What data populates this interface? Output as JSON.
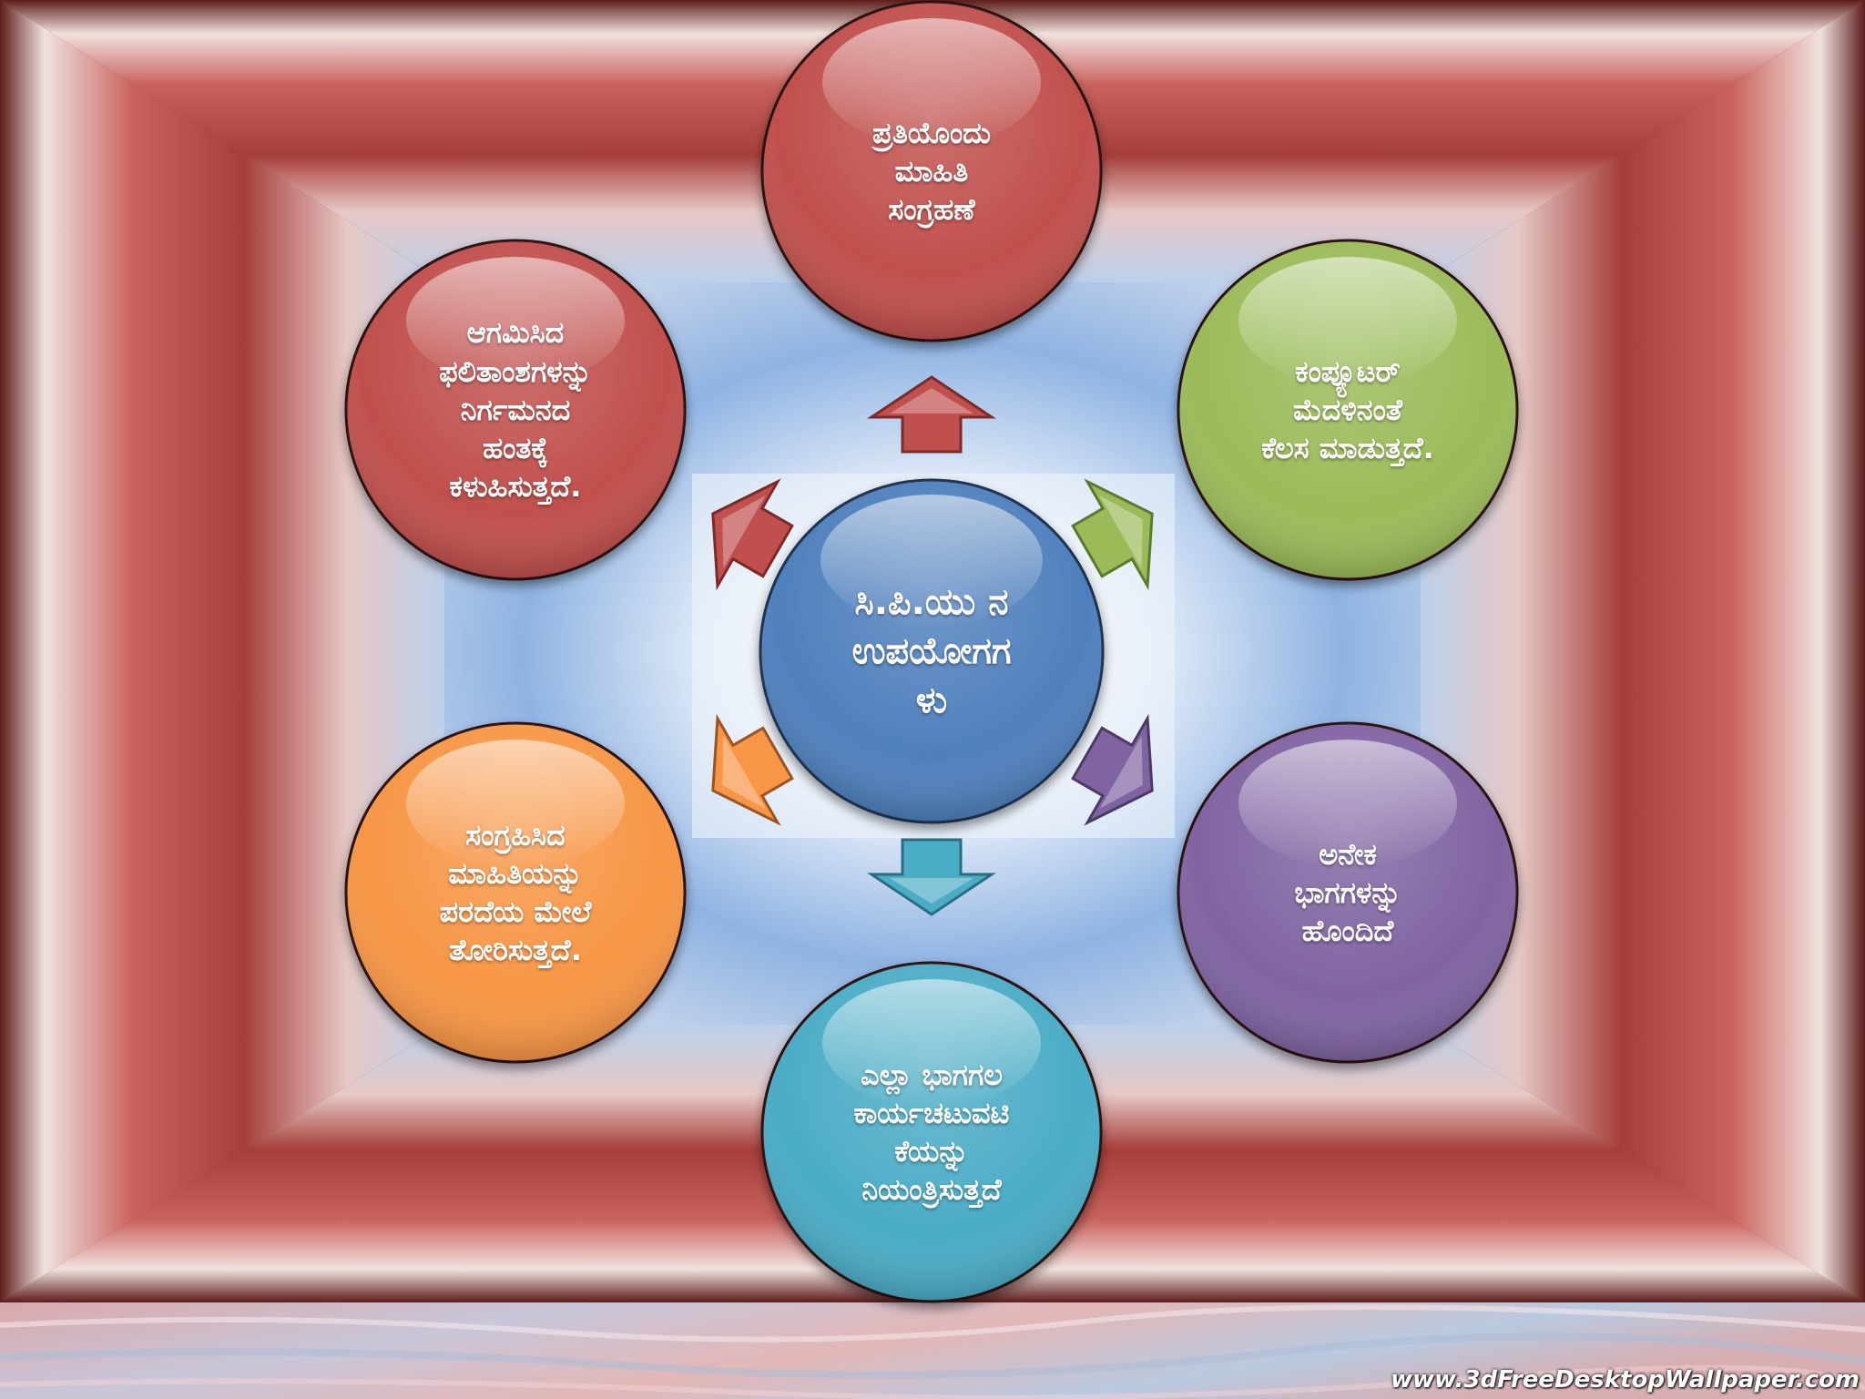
{
  "diagram": {
    "center": {
      "lines": [
        "ಸಿ.ಪಿ.ಯು ನ",
        "ಉಪಯೋಗಗ",
        "ಳು"
      ],
      "color": "#4f80bd"
    },
    "nodes": [
      {
        "id": "top",
        "lines": [
          "ಪ್ರತಿಯೊಂದು",
          "ಮಾಹಿತಿ",
          "ಸಂಗ್ರಹಣೆ"
        ],
        "color": "#c0504d"
      },
      {
        "id": "upper-right",
        "lines": [
          "ಕಂಪ್ಯೂಟರ್",
          "ಮೆದಳಿನಂತೆ",
          "ಕೆಲಸ ಮಾಡುತ್ತದೆ."
        ],
        "color": "#9bbb59"
      },
      {
        "id": "lower-right",
        "lines": [
          "ಅನೇಕ",
          "ಭಾಗಗಳನ್ನು",
          "ಹೊಂದಿದೆ"
        ],
        "color": "#8064a2"
      },
      {
        "id": "bottom",
        "lines": [
          "ಎಲ್ಲಾ ಭಾಗಗಲ",
          "ಕಾರ್ಯಚಟುವಟಿ",
          "ಕೆಯನ್ನು",
          "ನಿಯಂತ್ರಿಸುತ್ತದೆ"
        ],
        "color": "#4bacc6"
      },
      {
        "id": "lower-left",
        "lines": [
          "ಸಂಗ್ರಹಿಸಿದ",
          "ಮಾಹಿತಿಯನ್ನು",
          "ಪರದೆಯ ಮೇಲೆ",
          "ತೋರಿಸುತ್ತದೆ."
        ],
        "color": "#f79646"
      },
      {
        "id": "upper-left",
        "lines": [
          "ಆಗಮಿಸಿದ",
          "ಫಲಿತಾಂಶಗಳನ್ನು",
          "ನಿರ್ಗಮನದ",
          "ಹಂತಕ್ಕೆ",
          "ಕಳುಹಿಸುತ್ತದೆ."
        ],
        "color": "#c0504d"
      }
    ]
  },
  "watermark": "www.3dFreeDesktopWallpaper.com"
}
